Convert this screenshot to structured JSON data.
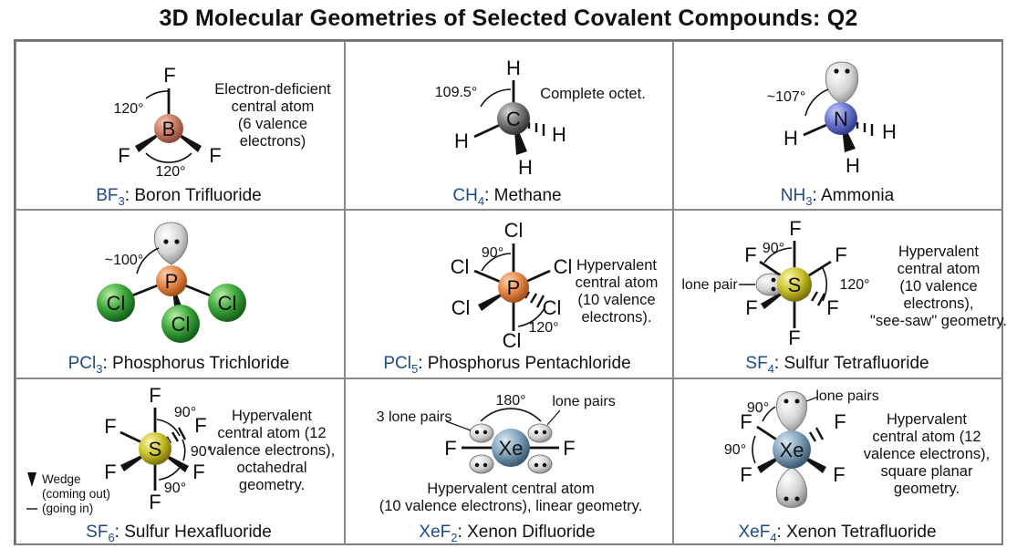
{
  "title": "3D Molecular Geometries of Selected Covalent Compounds: Q2",
  "colors": {
    "name_formula": "#1e4b87",
    "boron": "#c97b64",
    "carbon": "#777777",
    "nitrogen": "#6a76cf",
    "phosphorus": "#e4874a",
    "chlorine": "#3da63a",
    "sulfur": "#c9c22c",
    "xenon": "#7fa1ba",
    "lone_pair": "#d2d2d2"
  },
  "cells": [
    {
      "formula": "BF",
      "sub": "3",
      "name": ": Boron Trifluoride",
      "central": "B",
      "atoms": {
        "top": "F",
        "left": "F",
        "right": "F"
      },
      "angles": {
        "upper": "120°",
        "lower": "120°"
      },
      "note": [
        "Electron-deficient",
        "central atom",
        "(6 valence",
        "electrons)"
      ]
    },
    {
      "formula": "CH",
      "sub": "4",
      "name": ": Methane",
      "central": "C",
      "atoms": {
        "top": "H",
        "left": "H",
        "right": "H",
        "bottom": "H"
      },
      "angles": {
        "main": "109.5°"
      },
      "note": [
        "Complete octet."
      ]
    },
    {
      "formula": "NH",
      "sub": "3",
      "name": ": Ammonia",
      "central": "N",
      "atoms": {
        "left": "H",
        "right": "H",
        "bottom": "H"
      },
      "angles": {
        "main": "~107°"
      }
    },
    {
      "formula": "PCl",
      "sub": "3",
      "name": ": Phosphorus Trichloride",
      "central": "P",
      "atoms": {
        "left": "Cl",
        "right": "Cl",
        "bottom": "Cl"
      },
      "angles": {
        "main": "~100°"
      }
    },
    {
      "formula": "PCl",
      "sub": "5",
      "name": ": Phosphorus Pentachloride",
      "central": "P",
      "atoms": {
        "top": "Cl",
        "left": "Cl",
        "right": "Cl",
        "lower_left": "Cl",
        "lower_right": "Cl",
        "bottom": "Cl"
      },
      "angles": {
        "upper": "90°",
        "lower": "120°"
      },
      "note": [
        "Hypervalent",
        "central atom",
        "(10 valence",
        "electrons)."
      ]
    },
    {
      "formula": "SF",
      "sub": "4",
      "name": ": Sulfur Tetrafluoride",
      "central": "S",
      "atoms": {
        "top": "F",
        "upper_left": "F",
        "upper_right": "F",
        "lower_left": "F",
        "lower_right": "F",
        "bottom": "F"
      },
      "angles": {
        "upper": "90°",
        "right": "120°"
      },
      "lone_pair_label": "lone pair",
      "note": [
        "Hypervalent",
        "central atom",
        "(10 valence",
        "electrons),",
        "\"see-saw\" geometry."
      ]
    },
    {
      "formula": "SF",
      "sub": "6",
      "name": ": Sulfur Hexafluoride",
      "central": "S",
      "atoms": {
        "top": "F",
        "upper_left": "F",
        "upper_right": "F",
        "lower_left": "F",
        "lower_right": "F",
        "bottom": "F"
      },
      "angles": {
        "top": "90°",
        "right": "90°",
        "bottom": "90°"
      },
      "legend": [
        "Wedge",
        "(coming out)",
        "(going in)"
      ],
      "note": [
        "Hypervalent",
        "central atom (12",
        "valence electrons),",
        "octahedral",
        "geometry."
      ]
    },
    {
      "formula": "XeF",
      "sub": "2",
      "name": ": Xenon Difluoride",
      "central": "Xe",
      "atoms": {
        "left": "F",
        "right": "F"
      },
      "angles": {
        "main": "180°"
      },
      "lone_pair_labels": [
        "3 lone pairs",
        "lone pairs"
      ],
      "note": [
        "Hypervalent central atom",
        "(10 valence electrons), linear geometry."
      ]
    },
    {
      "formula": "XeF",
      "sub": "4",
      "name": ": Xenon Tetrafluoride",
      "central": "Xe",
      "atoms": {
        "upper_left": "F",
        "upper_right": "F",
        "lower_left": "F",
        "lower_right": "F"
      },
      "angles": {
        "upper": "90°",
        "left": "90°"
      },
      "lone_pair_label": "lone pairs",
      "note": [
        "Hypervalent",
        "central atom (12",
        "valence electrons),",
        "square planar",
        "geometry."
      ]
    }
  ]
}
